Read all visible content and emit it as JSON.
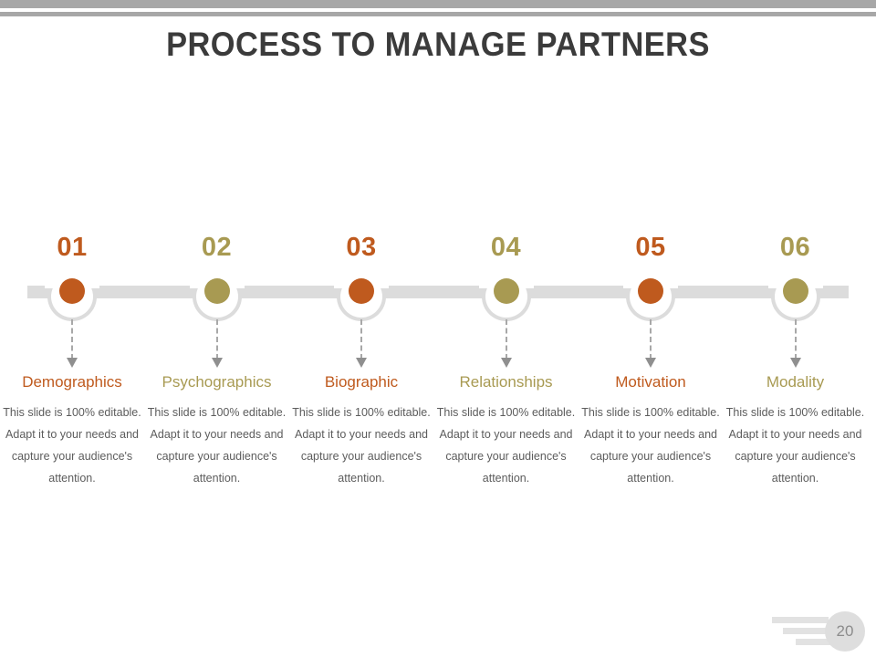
{
  "slide": {
    "title": "PROCESS TO MANAGE PARTNERS",
    "title_color": "#3b3b3b",
    "background": "#ffffff",
    "rule_color": "#a7a7a7",
    "track_color": "#dcdcdc",
    "accent_orange": "#bf5a1e",
    "accent_olive": "#a89a52",
    "body_text_color": "#5c5c5c"
  },
  "steps": [
    {
      "number": "01",
      "label": "Demographics",
      "body": "This slide is 100% editable. Adapt it to your needs and capture your audience's attention.",
      "color": "#bf5a1e"
    },
    {
      "number": "02",
      "label": "Psychographics",
      "body": "This slide is 100% editable. Adapt it to your needs and capture your audience's attention.",
      "color": "#a89a52"
    },
    {
      "number": "03",
      "label": "Biographic",
      "body": "This slide is 100% editable. Adapt it to your needs and capture your audience's attention.",
      "color": "#bf5a1e"
    },
    {
      "number": "04",
      "label": "Relationships",
      "body": "This slide is 100% editable. Adapt it to your needs and capture your audience's attention.",
      "color": "#a89a52"
    },
    {
      "number": "05",
      "label": "Motivation",
      "body": "This slide is 100% editable. Adapt it to your needs and capture your audience's attention.",
      "color": "#bf5a1e"
    },
    {
      "number": "06",
      "label": "Modality",
      "body": "This slide is 100% editable. Adapt it to your needs and capture your audience's attention.",
      "color": "#a89a52"
    }
  ],
  "footer": {
    "page_number": "20",
    "badge_color": "#dedede",
    "bars_color": "#e2e2e2"
  }
}
